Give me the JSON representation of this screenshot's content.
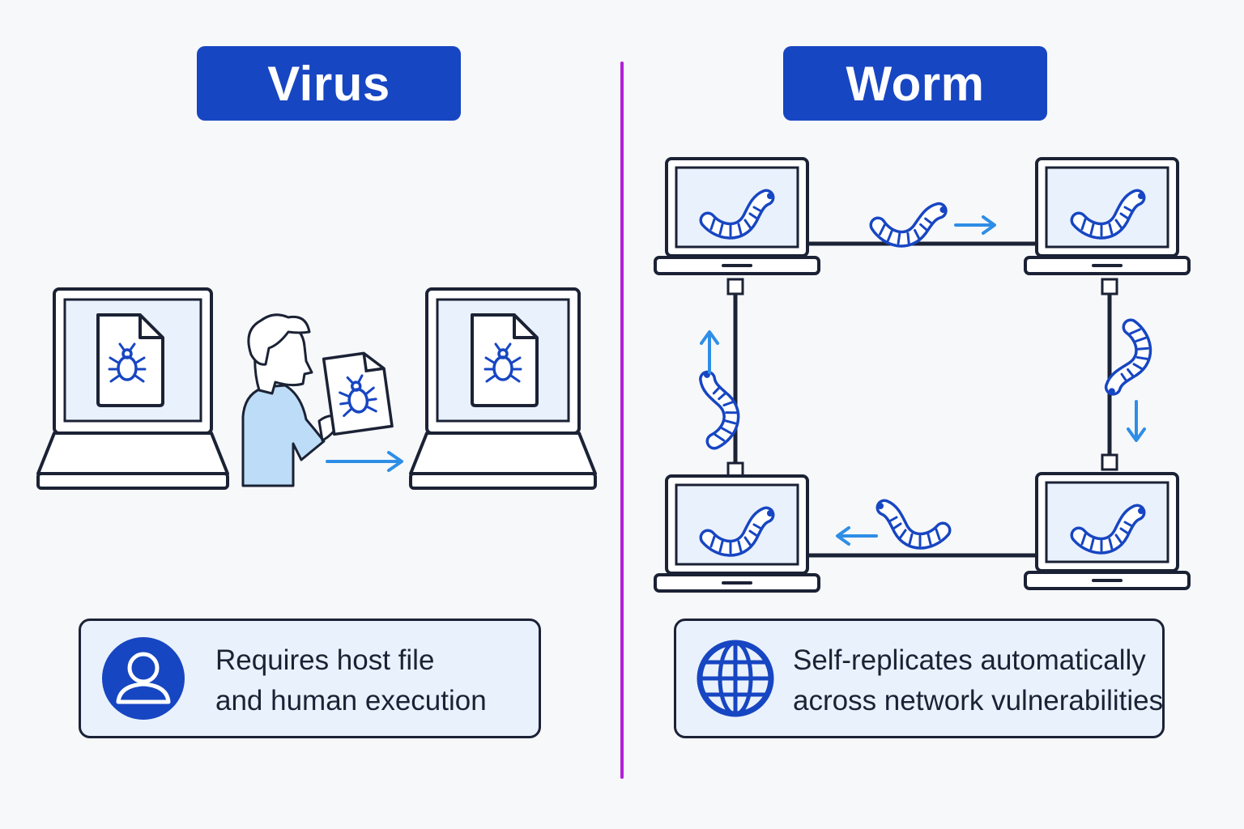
{
  "virus": {
    "title": "Virus",
    "info_line1": "Requires host file",
    "info_line2": "and human execution",
    "icon": "user-icon"
  },
  "worm": {
    "title": "Worm",
    "info_line1": "Self-replicates automatically",
    "info_line2": "across network vulnerabilities",
    "icon": "globe-icon"
  },
  "colors": {
    "accent_blue": "#1746c2",
    "outline": "#1b2235",
    "screen_fill": "#e9f1fc",
    "arrow_blue": "#2e8ee6",
    "divider_purple": "#b21fd6",
    "person_fill": "#bcdcf7"
  }
}
